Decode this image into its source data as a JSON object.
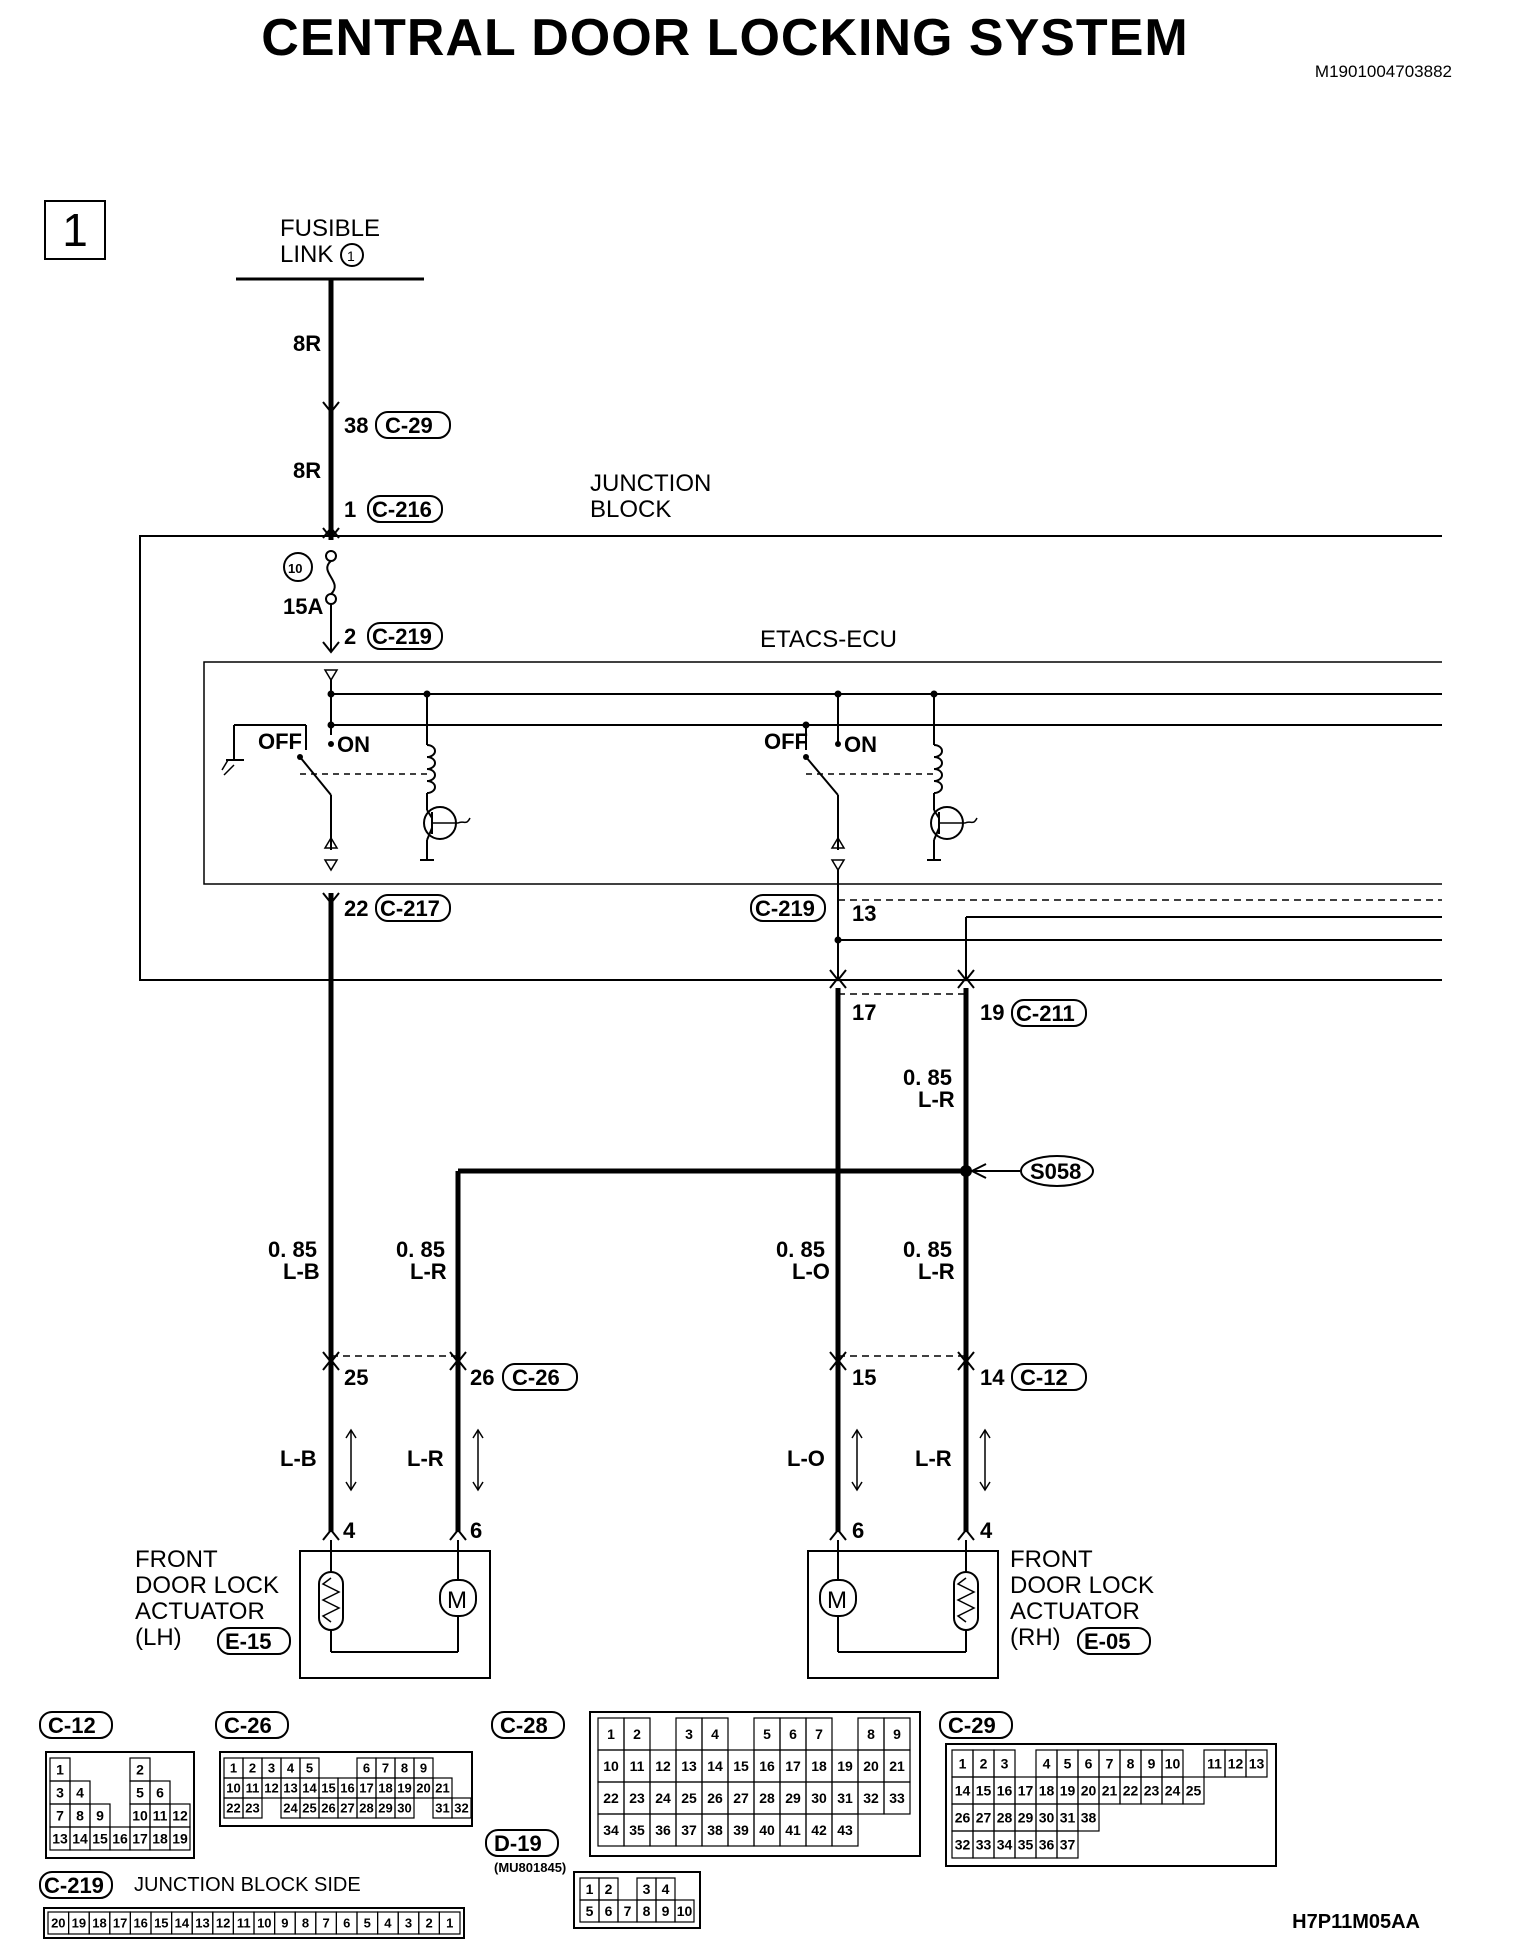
{
  "title": "CENTRAL DOOR LOCKING SYSTEM",
  "doc_id": "M1901004703882",
  "sheet_number": "1",
  "drawing_code": "H7P11M05AA",
  "labels": {
    "fusible_link": "FUSIBLE",
    "fusible_link_2": "LINK",
    "fusible_link_num": "1",
    "junction_block": "JUNCTION",
    "junction_block_2": "BLOCK",
    "etacs": "ETACS-ECU",
    "fuse_num": "10",
    "fuse_rating": "15A",
    "off": "OFF",
    "on": "ON",
    "lh_actuator": [
      "FRONT",
      "DOOR LOCK",
      "ACTUATOR",
      "(LH)"
    ],
    "rh_actuator": [
      "FRONT",
      "DOOR LOCK",
      "ACTUATOR",
      "(RH)"
    ],
    "splice": "S058",
    "junction_block_side": "JUNCTION BLOCK SIDE",
    "part_number": "(MU801845)"
  },
  "wires": {
    "w8r": "8R",
    "w085": "0. 85",
    "lb": "L-B",
    "lr": "L-R",
    "lo": "L-O"
  },
  "pins": {
    "p38": "38",
    "p1": "1",
    "p2": "2",
    "p22": "22",
    "p13": "13",
    "p17": "17",
    "p19": "19",
    "p25": "25",
    "p26": "26",
    "p15": "15",
    "p14": "14",
    "p4": "4",
    "p6": "6"
  },
  "connectors": {
    "c29": "C-29",
    "c216": "C-216",
    "c219": "C-219",
    "c217": "C-217",
    "c211": "C-211",
    "c26": "C-26",
    "c12": "C-12",
    "e15": "E-15",
    "e05": "E-05",
    "c28": "C-28",
    "d19": "D-19"
  },
  "connector_faces": {
    "c12_rows": [
      [
        "1",
        "",
        "",
        "",
        "2",
        ""
      ],
      [
        "3",
        "4",
        "",
        "",
        "5",
        "6"
      ],
      [
        "7",
        "8",
        "9",
        "",
        "10",
        "11",
        "12"
      ],
      [
        "13",
        "14",
        "15",
        "16",
        "17",
        "18",
        "19"
      ]
    ],
    "c26_rows": [
      [
        "1",
        "2",
        "3",
        "4",
        "5",
        "",
        "",
        "6",
        "7",
        "8",
        "9"
      ],
      [
        "10",
        "11",
        "12",
        "13",
        "14",
        "15",
        "16",
        "17",
        "18",
        "19",
        "20",
        "21"
      ],
      [
        "22",
        "23",
        "",
        "24",
        "25",
        "26",
        "27",
        "28",
        "29",
        "30",
        "",
        "31",
        "32"
      ]
    ],
    "c219_row": [
      "20",
      "19",
      "18",
      "17",
      "16",
      "15",
      "14",
      "13",
      "12",
      "11",
      "10",
      "9",
      "8",
      "7",
      "6",
      "5",
      "4",
      "3",
      "2",
      "1"
    ],
    "d19_rows": [
      [
        "1",
        "2",
        "",
        "3",
        "4"
      ],
      [
        "5",
        "6",
        "7",
        "8",
        "9",
        "10"
      ]
    ],
    "c28_rows": [
      [
        "1",
        "2",
        "",
        "3",
        "4",
        "",
        "5",
        "6",
        "7",
        "",
        "8",
        "9"
      ],
      [
        "10",
        "11",
        "12",
        "13",
        "14",
        "15",
        "16",
        "17",
        "18",
        "19",
        "20",
        "21"
      ],
      [
        "22",
        "23",
        "24",
        "25",
        "26",
        "27",
        "28",
        "29",
        "30",
        "31",
        "32",
        "33"
      ],
      [
        "34",
        "35",
        "36",
        "37",
        "38",
        "39",
        "40",
        "41",
        "42",
        "43"
      ]
    ],
    "c29_rows": [
      [
        "1",
        "2",
        "3",
        "",
        "4",
        "5",
        "6",
        "7",
        "8",
        "9",
        "10",
        "",
        "11",
        "12",
        "13"
      ],
      [
        "14",
        "15",
        "16",
        "17",
        "18",
        "19",
        "20",
        "21",
        "22",
        "23",
        "24",
        "25"
      ],
      [
        "26",
        "27",
        "28",
        "29",
        "30",
        "31",
        "38"
      ],
      [
        "32",
        "33",
        "34",
        "35",
        "36",
        "37"
      ]
    ]
  }
}
